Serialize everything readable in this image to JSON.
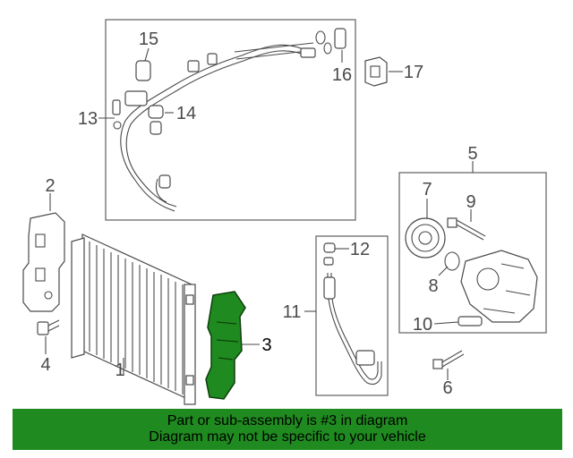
{
  "callouts": {
    "c1": "1",
    "c2": "2",
    "c3": "3",
    "c4": "4",
    "c5": "5",
    "c6": "6",
    "c7": "7",
    "c8": "8",
    "c9": "9",
    "c10": "10",
    "c11": "11",
    "c12": "12",
    "c13": "13",
    "c14": "14",
    "c15": "15",
    "c16": "16",
    "c17": "17"
  },
  "highlight": {
    "part_number": "3",
    "color": "#1f8a1f"
  },
  "banner": {
    "line1": "Part or sub-assembly is #3 in diagram",
    "line2": "Diagram may not be specific to your vehicle",
    "color": "#1f8a1f"
  }
}
